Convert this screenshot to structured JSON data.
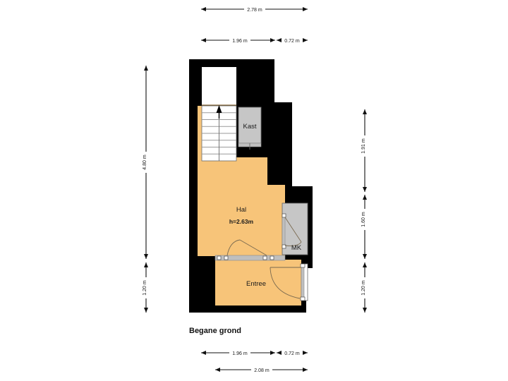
{
  "plan": {
    "title": "Begane grond",
    "rooms": [
      {
        "id": "hal",
        "name": "Hal",
        "height_label": "h=2.63m"
      },
      {
        "id": "entree",
        "name": "Entree",
        "height_label": ""
      },
      {
        "id": "mk",
        "name": "MK",
        "height_label": ""
      },
      {
        "id": "kast",
        "name": "Kast",
        "height_label": ""
      }
    ],
    "dimensions": {
      "top_outer": [
        {
          "value": "2.78 m"
        }
      ],
      "top_inner": [
        {
          "value": "1.96 m"
        },
        {
          "value": "0.72 m"
        }
      ],
      "left": [
        {
          "value": "4.80 m"
        },
        {
          "value": "1.20 m"
        }
      ],
      "right": [
        {
          "value": "1.91 m"
        },
        {
          "value": "1.60 m"
        },
        {
          "value": "1.20 m"
        }
      ],
      "bottom_inner": [
        {
          "value": "1.96 m"
        },
        {
          "value": "0.72 m"
        }
      ],
      "bottom_outer": [
        {
          "value": "2.08 m"
        }
      ]
    },
    "features": {
      "stair_direction_icon": "up-arrow-icon",
      "stair_step_count": 8,
      "void_label": ""
    },
    "colors": {
      "floor": "#F7C479",
      "wall": "#000000",
      "service_room": "#C6C6C6",
      "door_frame": "#BFBFBF",
      "void": "#FFFFFF",
      "dimension": "#111111",
      "label_bg": "#FFFFFF"
    }
  }
}
